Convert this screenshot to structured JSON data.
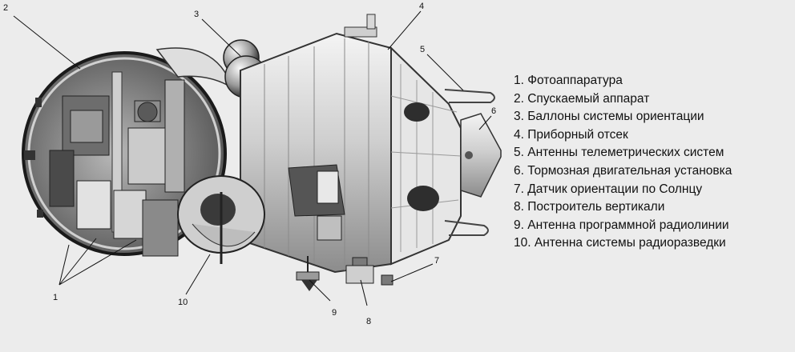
{
  "callouts": {
    "c1": "1",
    "c2": "2",
    "c3": "3",
    "c4": "4",
    "c5": "5",
    "c6": "6",
    "c7": "7",
    "c8": "8",
    "c9": "9",
    "c10": "10"
  },
  "legend": [
    "1. Фотоаппаратура",
    "2. Спускаемый аппарат",
    "3. Баллоны системы ориентации",
    "4. Приборный отсек",
    "5. Антенны телеметрических систем",
    "6. Тормозная двигательная установка",
    "7. Датчик ориентации по Солнцу",
    "8. Построитель вертикали",
    "9. Антенна программной радиолинии",
    "10. Антенна системы радиоразведки"
  ],
  "colors": {
    "background": "#ececec",
    "metal_light": "#d9d9d9",
    "metal_mid": "#a8a8a8",
    "metal_dark": "#3a3a3a",
    "ink": "#111111"
  }
}
